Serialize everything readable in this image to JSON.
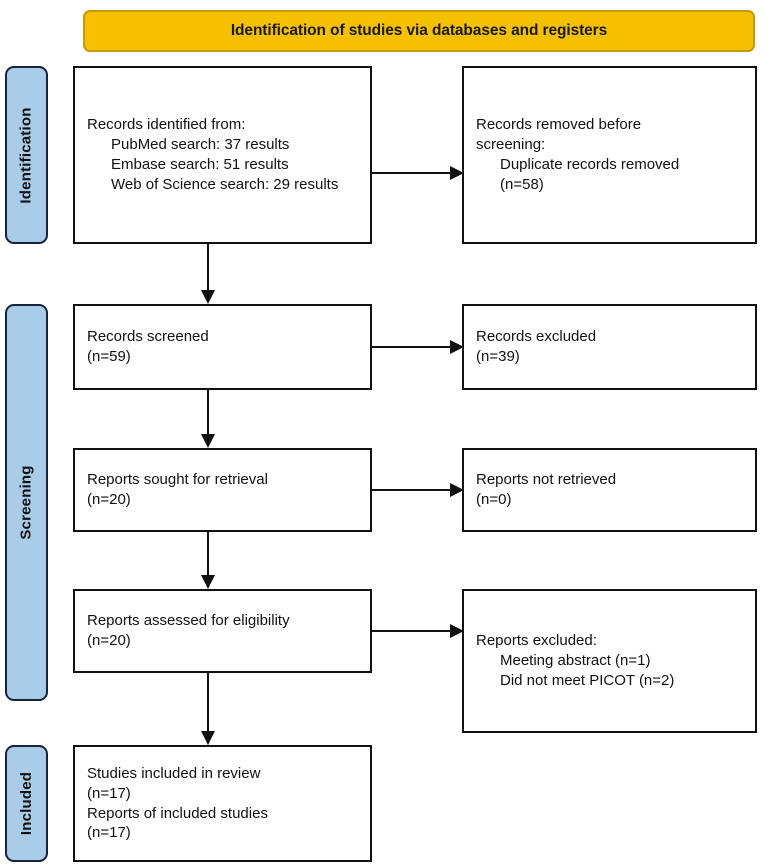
{
  "figure": {
    "type": "prisma-flow-diagram",
    "title": "Identification of studies via databases and registers"
  },
  "colors": {
    "banner_fill": "#F5C000",
    "banner_border": "#C99A08",
    "stage_fill": "#A9CCE8",
    "stage_border": "#16233C",
    "box_border": "#111111",
    "box_fill": "#FFFFFF",
    "text": "#111111"
  },
  "banner": {
    "label": "Identification of studies via databases and registers"
  },
  "stages": [
    {
      "id": "identification",
      "label": "Identification"
    },
    {
      "id": "screening",
      "label": "Screening"
    },
    {
      "id": "included",
      "label": "Included"
    }
  ],
  "boxes": {
    "records_identified": {
      "heading": "Records identified from:",
      "items": [
        "PubMed search: 37 results",
        "Embase search: 51 results",
        "Web of Science search: 29 results"
      ]
    },
    "records_removed": {
      "heading_line1": "Records removed before",
      "heading_line2": "screening:",
      "items": [
        "Duplicate records removed",
        "(n=58)"
      ]
    },
    "records_screened": {
      "line1": "Records screened",
      "line2": "(n=59)"
    },
    "records_excluded": {
      "line1": "Records excluded",
      "line2": "(n=39)"
    },
    "reports_sought": {
      "line1": "Reports sought for retrieval",
      "line2": "(n=20)"
    },
    "reports_not_retrieved": {
      "line1": "Reports not retrieved",
      "line2": "(n=0)"
    },
    "reports_assessed": {
      "line1": "Reports assessed for eligibility",
      "line2": "(n=20)"
    },
    "reports_excluded": {
      "heading": "Reports excluded:",
      "items": [
        "Meeting abstract (n=1)",
        "Did not meet PICOT (n=2)"
      ]
    },
    "studies_included": {
      "line1": "Studies included in review",
      "line2": "(n=17)",
      "line3": "Reports of included studies",
      "line4": "(n=17)"
    }
  },
  "counts": {
    "pubmed_results": 37,
    "embase_results": 51,
    "web_of_science_results": 29,
    "duplicates_removed": 58,
    "records_screened": 59,
    "records_excluded": 39,
    "reports_sought": 20,
    "reports_not_retrieved": 0,
    "reports_assessed": 20,
    "meeting_abstract_excluded": 1,
    "did_not_meet_picot_excluded": 2,
    "studies_included": 17,
    "reports_of_included_studies": 17
  }
}
